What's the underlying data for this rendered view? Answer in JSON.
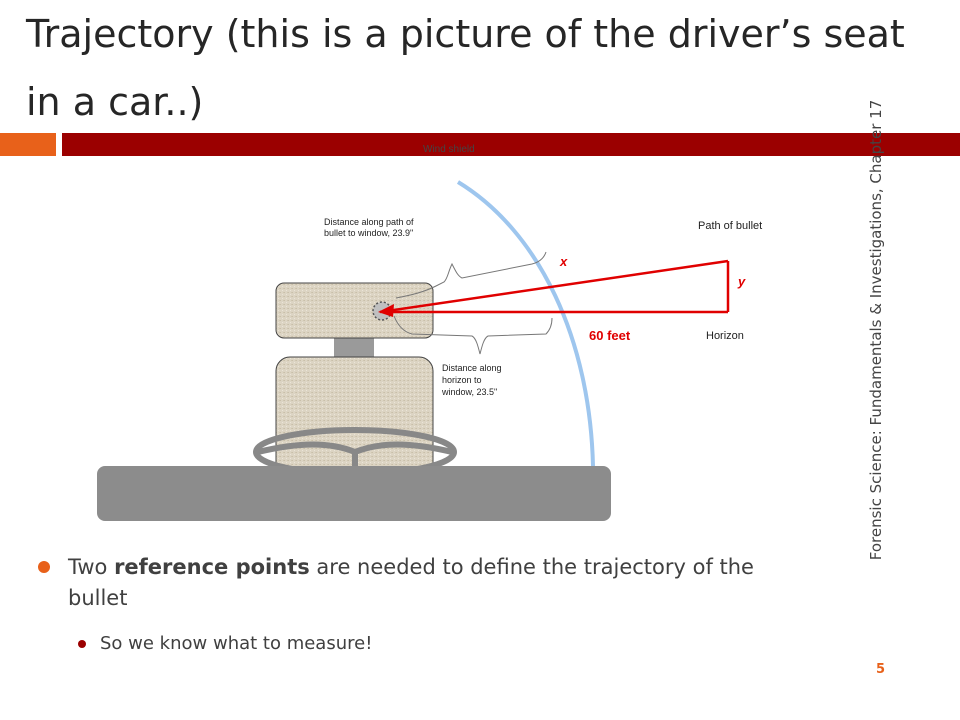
{
  "slide": {
    "title": "Trajectory (this is a picture of the driver’s seat in a car..)",
    "side_label": "Forensic Science: Fundamentals & Investigations, Chapter 17",
    "page_number": "5",
    "colors": {
      "accent": "#e8611a",
      "primary": "#9b0000",
      "windshield": "#9ec6ee",
      "bullet_path": "#e00000",
      "seat": "#dcd4c3",
      "dashboard": "#8c8c8c"
    }
  },
  "diagram": {
    "windshield_label": "Wind shield",
    "path_label": "Path of bullet",
    "x_label": "x",
    "y_label": "y",
    "distance_label": "60 feet",
    "horizon_label": "Horizon",
    "path_distance_label": [
      "Distance along path of",
      "bullet to window, 23.9\""
    ],
    "horizon_distance_label": [
      "Distance along",
      "horizon to",
      "window,  23.5\""
    ]
  },
  "bullets": {
    "main_before": "Two ",
    "main_bold": "reference points",
    "main_after": " are needed to define the trajectory of the bullet",
    "sub": "So we know what to measure!"
  }
}
